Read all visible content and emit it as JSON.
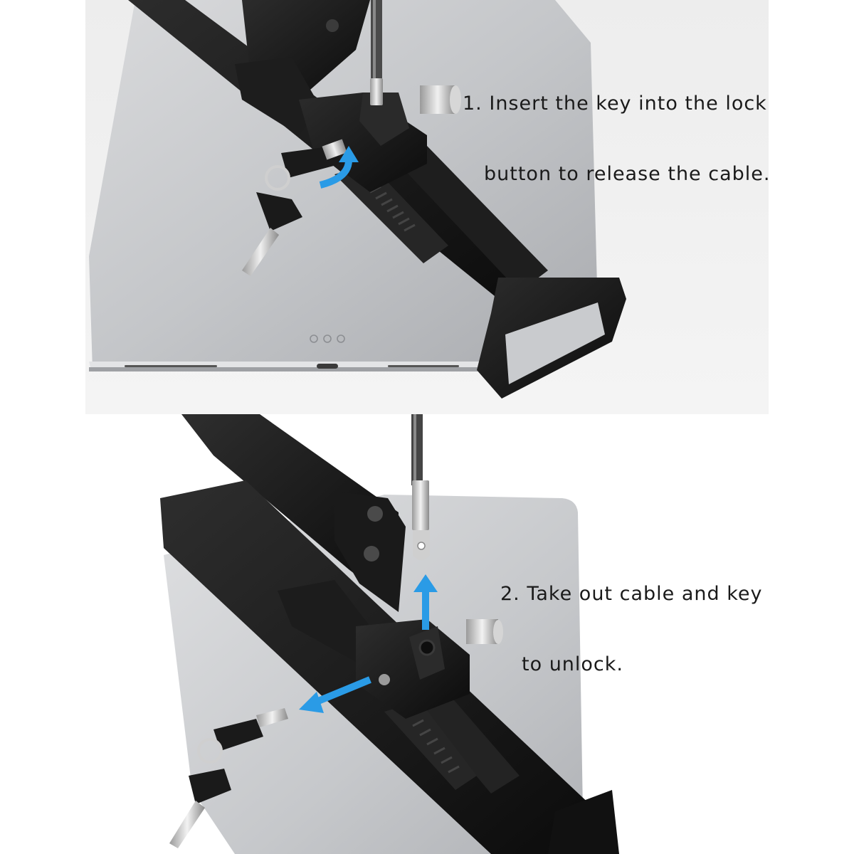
{
  "steps": [
    {
      "number": "1.",
      "lines": [
        "Insert the key into the lock",
        "button to release the cable."
      ]
    },
    {
      "number": "2.",
      "lines": [
        "Take out cable and key",
        "to unlock."
      ]
    }
  ],
  "colors": {
    "arrow": "#2a9be6",
    "mount_black": "#1b1b1b",
    "tablet_silver": "#c9cbce",
    "panel_background": "#efefef"
  }
}
